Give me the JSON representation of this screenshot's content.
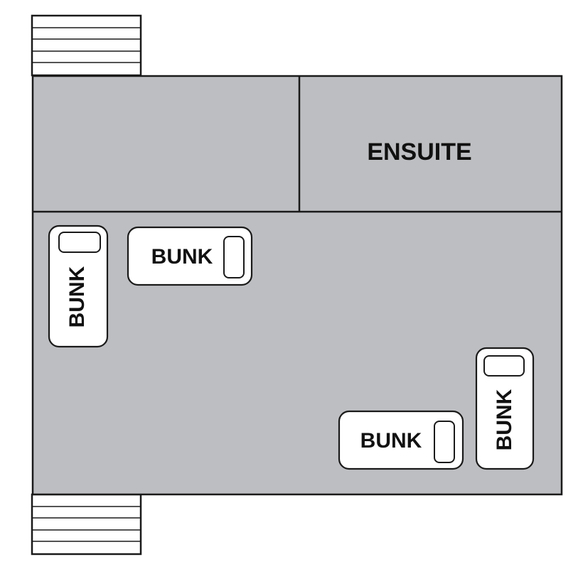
{
  "colors": {
    "floor": "#bdbec1",
    "outline": "#1a1a1a",
    "furniture": "#ffffff",
    "text": "#111111"
  },
  "rooms": {
    "ensuite_label": "ENSUITE"
  },
  "beds": [
    {
      "label": "BUNK",
      "orientation": "vertical"
    },
    {
      "label": "BUNK",
      "orientation": "horizontal"
    },
    {
      "label": "BUNK",
      "orientation": "horizontal"
    },
    {
      "label": "BUNK",
      "orientation": "vertical"
    }
  ]
}
